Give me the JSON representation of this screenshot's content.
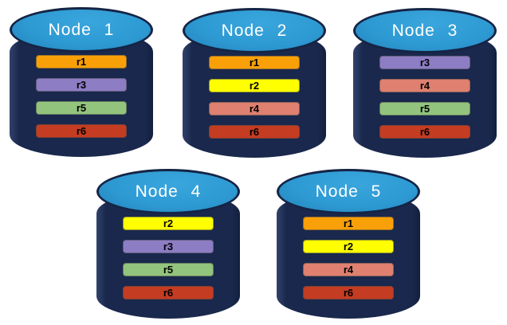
{
  "diagram": {
    "nodes": [
      {
        "name": "Node 1",
        "replicas": [
          "r1",
          "r3",
          "r5",
          "r6"
        ]
      },
      {
        "name": "Node 2",
        "replicas": [
          "r1",
          "r2",
          "r4",
          "r6"
        ]
      },
      {
        "name": "Node 3",
        "replicas": [
          "r3",
          "r4",
          "r5",
          "r6"
        ]
      },
      {
        "name": "Node 4",
        "replicas": [
          "r2",
          "r3",
          "r5",
          "r6"
        ]
      },
      {
        "name": "Node 5",
        "replicas": [
          "r1",
          "r2",
          "r4",
          "r6"
        ]
      }
    ],
    "replica_colors": {
      "r1": "#F9A008",
      "r2": "#FFFF00",
      "r3": "#8C7DC4",
      "r4": "#DF8070",
      "r5": "#93C47D",
      "r6": "#C43C22"
    },
    "colors": {
      "background": "#FFFFFF",
      "cylinder_body": "#19284C",
      "cylinder_top": "#2E9AD3",
      "cylinder_outline": "#152445",
      "node_label_text": "#FFFFFF",
      "replica_label_text": "#000000"
    }
  }
}
